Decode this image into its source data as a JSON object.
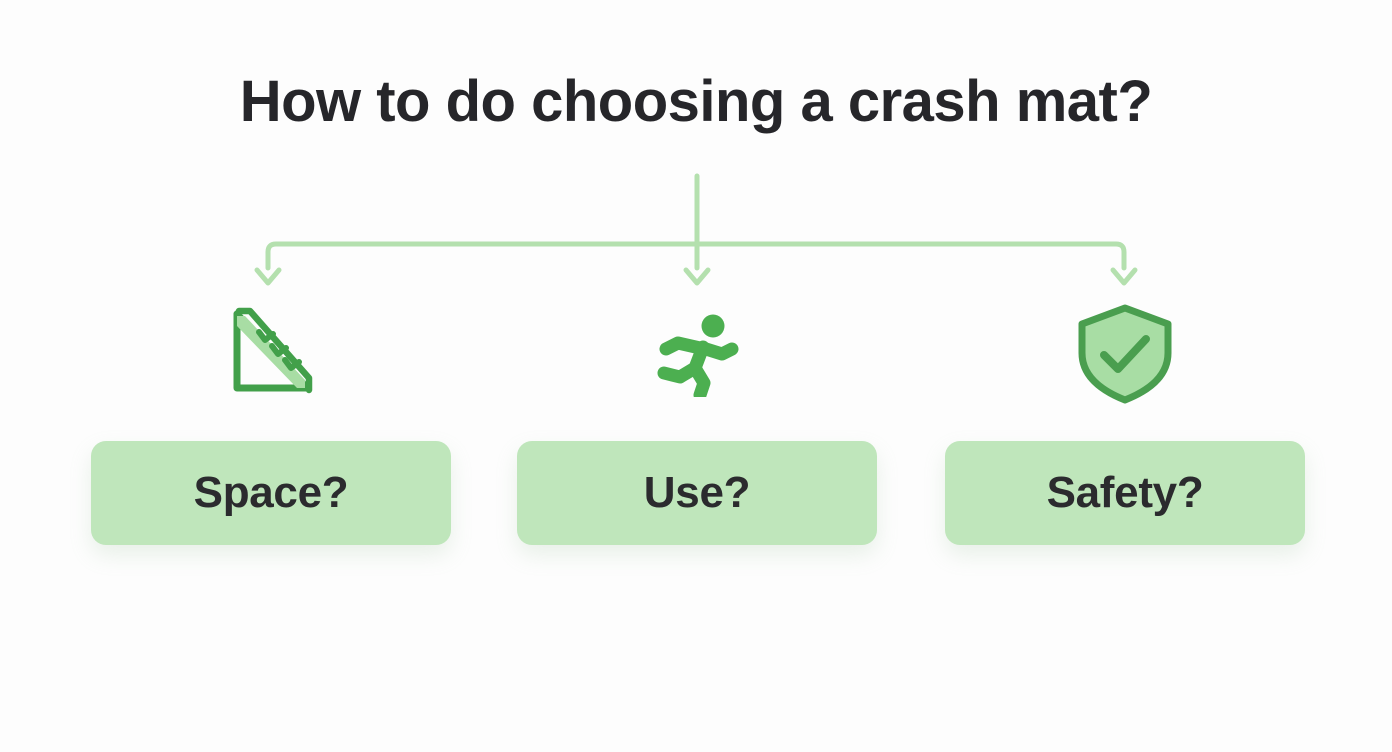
{
  "page": {
    "background_color": "#fdfdfd",
    "title": "How to do choosing a crash mat?"
  },
  "theme": {
    "accent_green": "#4caf50",
    "icon_outline_green": "#42a04a",
    "icon_fill_green": "#a8dda4",
    "connector_green": "#b4e0ae",
    "box_fill_green": "#bfe6bb",
    "text_dark": "#2b2b2e"
  },
  "connector": {
    "type": "tree-branch",
    "stem_label": "vertical-stem",
    "arrow_count": 3
  },
  "branches": [
    {
      "icon_name": "ruler-triangle-icon",
      "icon_alt": "set square ruler with measurement ticks",
      "label": "Space?"
    },
    {
      "icon_name": "running-person-icon",
      "icon_alt": "running person pictogram",
      "label": "Use?"
    },
    {
      "icon_name": "shield-check-icon",
      "icon_alt": "shield with check mark",
      "label": "Safety?"
    }
  ]
}
